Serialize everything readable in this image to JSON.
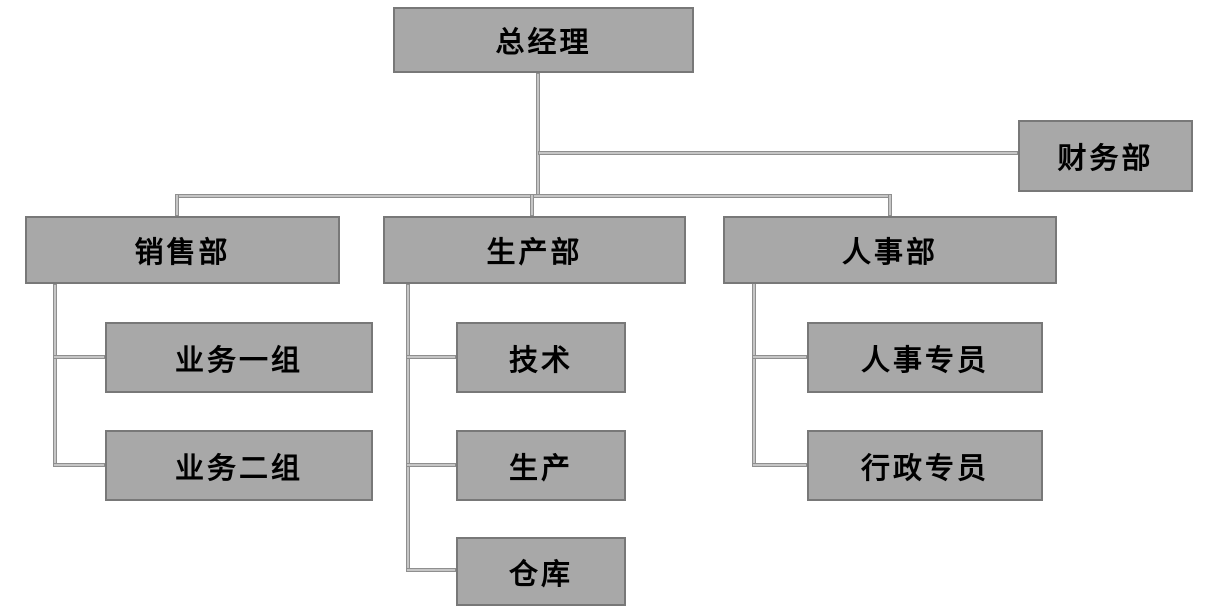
{
  "nodes": {
    "general_manager": {
      "label": "总经理"
    },
    "finance_dept": {
      "label": "财务部"
    },
    "sales_dept": {
      "label": "销售部"
    },
    "production_dept": {
      "label": "生产部"
    },
    "hr_dept": {
      "label": "人事部"
    },
    "business_group_1": {
      "label": "业务一组"
    },
    "business_group_2": {
      "label": "业务二组"
    },
    "technology": {
      "label": "技术"
    },
    "production": {
      "label": "生产"
    },
    "warehouse": {
      "label": "仓库"
    },
    "hr_specialist": {
      "label": "人事专员"
    },
    "admin_specialist": {
      "label": "行政专员"
    }
  },
  "hierarchy": {
    "root": "总经理",
    "edges": [
      {
        "from": "总经理",
        "to": "财务部"
      },
      {
        "from": "总经理",
        "to": "销售部"
      },
      {
        "from": "总经理",
        "to": "生产部"
      },
      {
        "from": "总经理",
        "to": "人事部"
      },
      {
        "from": "销售部",
        "to": "业务一组"
      },
      {
        "from": "销售部",
        "to": "业务二组"
      },
      {
        "from": "生产部",
        "to": "技术"
      },
      {
        "from": "生产部",
        "to": "生产"
      },
      {
        "from": "生产部",
        "to": "仓库"
      },
      {
        "from": "人事部",
        "to": "人事专员"
      },
      {
        "from": "人事部",
        "to": "行政专员"
      }
    ]
  },
  "colors": {
    "node_fill": "#a8a8a8",
    "node_border": "#787878",
    "connector_fill": "#c6c6c6",
    "connector_edge": "#8f8f8f",
    "text": "#000000",
    "background": "#ffffff"
  }
}
